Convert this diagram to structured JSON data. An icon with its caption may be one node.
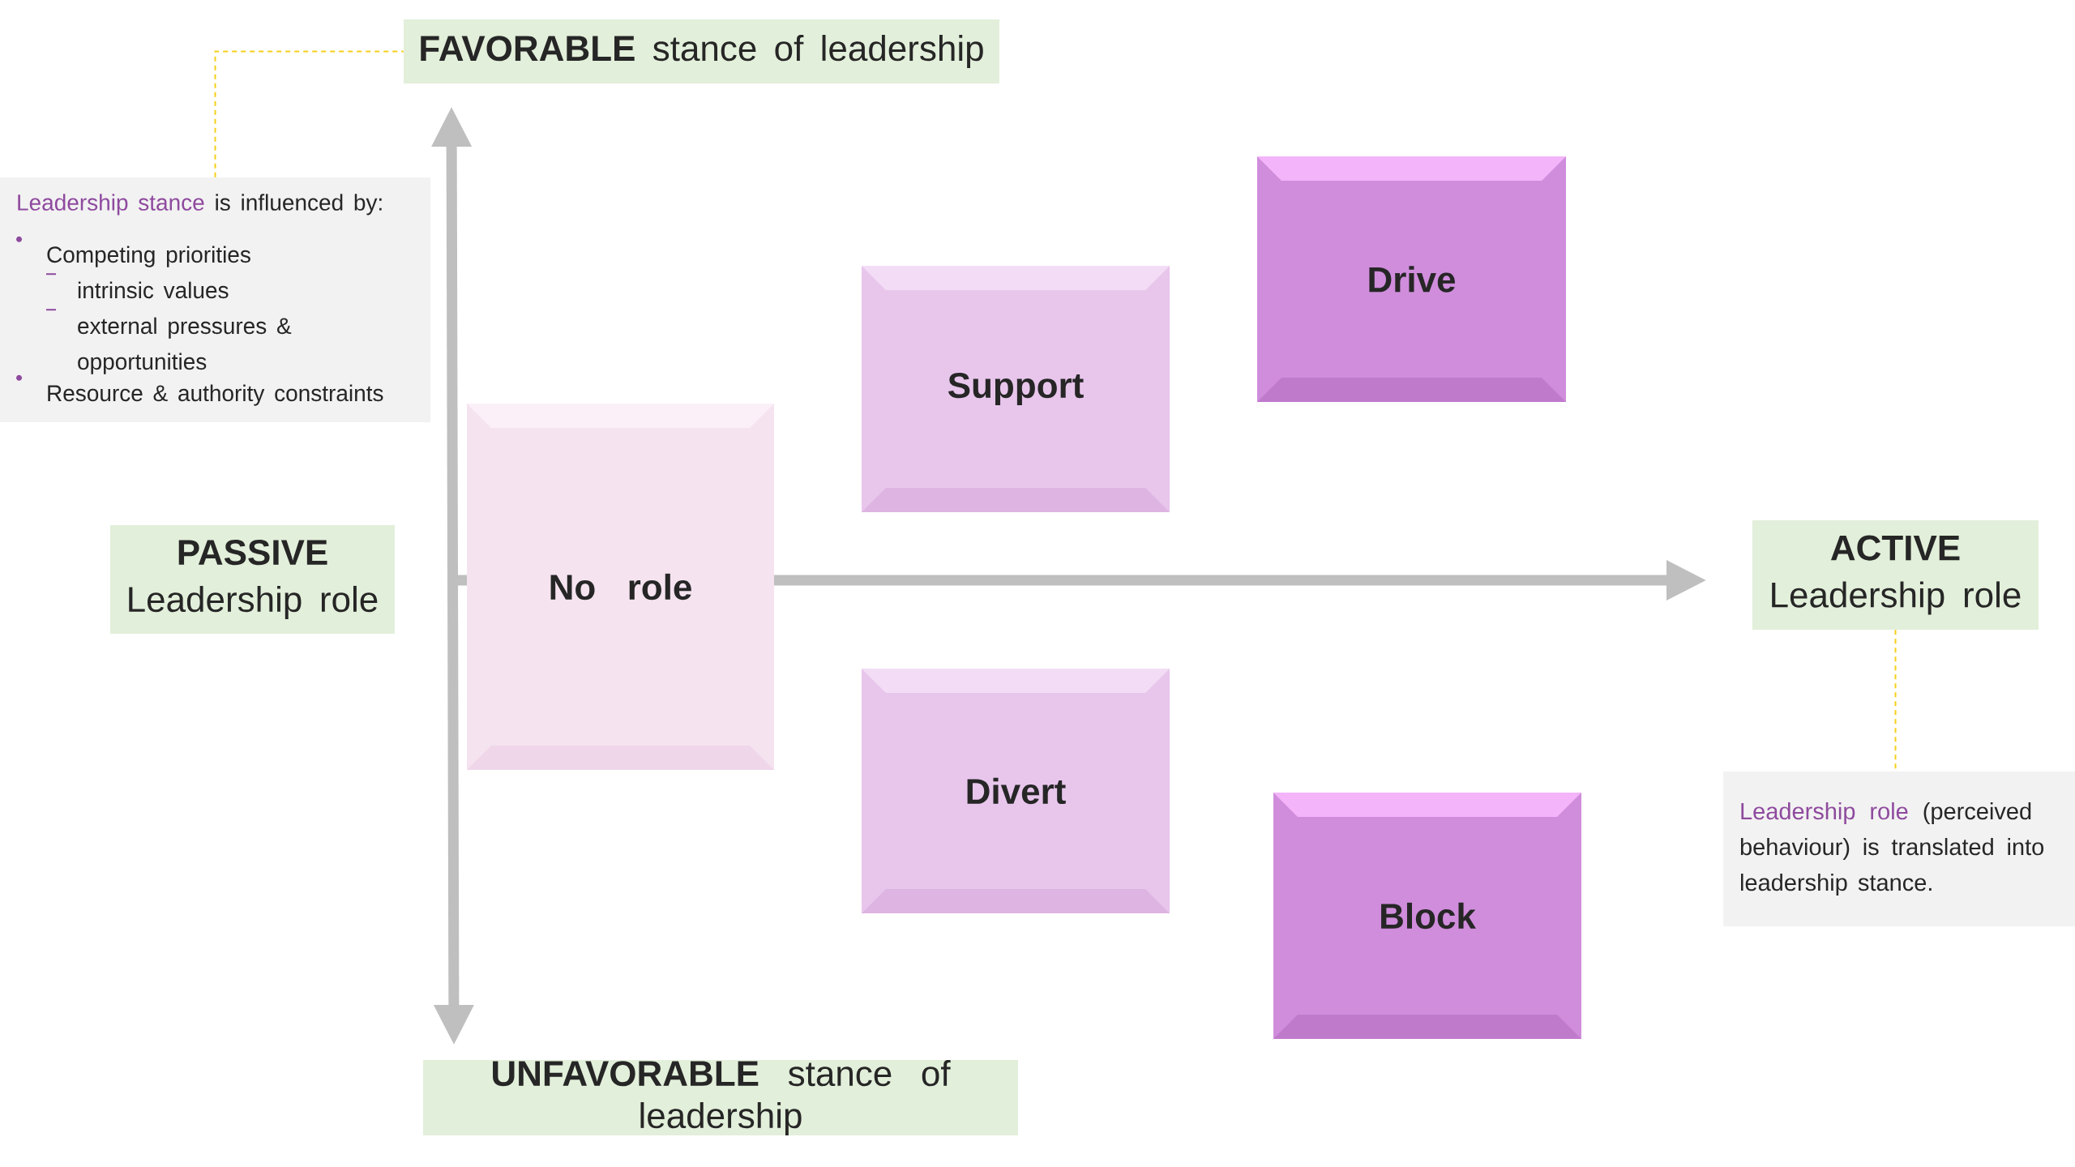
{
  "diagram": {
    "nodes": [
      {
        "text": [
          "**FAVORABLE** stance of leadership"
        ]
      },
      {
        "text": [
          "**UNFAVORABLE** stance of leadership"
        ]
      },
      {
        "text": [
          "PASSIVE",
          "Leadership role"
        ]
      },
      {
        "text": [
          "ACTIVE",
          "Leadership role"
        ]
      },
      {
        "text": [
          "Leadership stance",
          "is influenced by:",
          "Competing priorities",
          "intrinsic values",
          "external pressures & opportunities",
          "Resource & authority constraints"
        ]
      },
      {
        "text": [
          "Leadership role",
          "(perceived behaviour) is translated into leadership stance."
        ]
      },
      {
        "text": [
          "No role"
        ]
      },
      {
        "text": [
          "Support"
        ]
      },
      {
        "text": [
          "Drive"
        ]
      },
      {
        "text": [
          "Divert"
        ]
      },
      {
        "text": [
          "Block"
        ]
      }
    ],
    "edges": [
      {
        "from": 4,
        "to": 0,
        "arrow": "none",
        "style": "dashed",
        "color": "#f5cf1a"
      },
      {
        "from": 3,
        "to": 5,
        "arrow": "none",
        "style": "dashed",
        "color": "#f5cf1a"
      }
    ]
  }
}
